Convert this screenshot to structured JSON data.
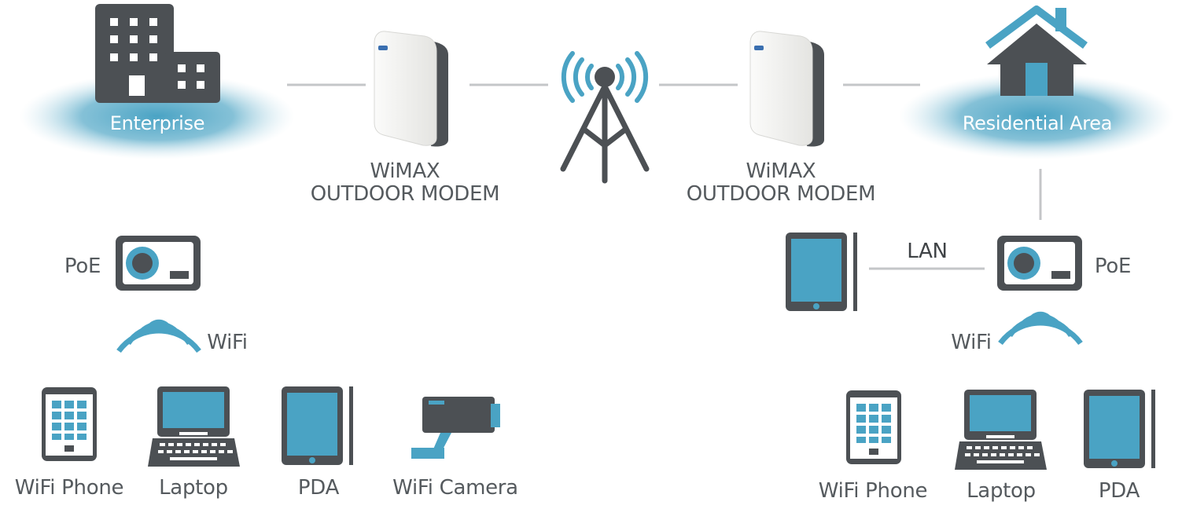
{
  "nodes": {
    "enterprise": "Enterprise",
    "residential": "Residential Area",
    "modem_left_line1": "WiMAX",
    "modem_left_line2": "OUTDOOR MODEM",
    "modem_right_line1": "WiMAX",
    "modem_right_line2": "OUTDOOR MODEM",
    "poe_left": "PoE",
    "poe_right": "PoE",
    "wifi_left": "WiFi",
    "wifi_right": "WiFi",
    "lan": "LAN"
  },
  "devices_left": [
    "WiFi Phone",
    "Laptop",
    "PDA",
    "WiFi Camera"
  ],
  "devices_right": [
    "WiFi Phone",
    "Laptop",
    "PDA"
  ],
  "colors": {
    "accent_blue": "#4aa3c4",
    "dark_gray": "#4c5054",
    "glow_blue": "#6fb6d0",
    "line_gray": "#c4c6c8",
    "modem_white": "#f3f3f1",
    "label_gray": "#555a5e"
  }
}
